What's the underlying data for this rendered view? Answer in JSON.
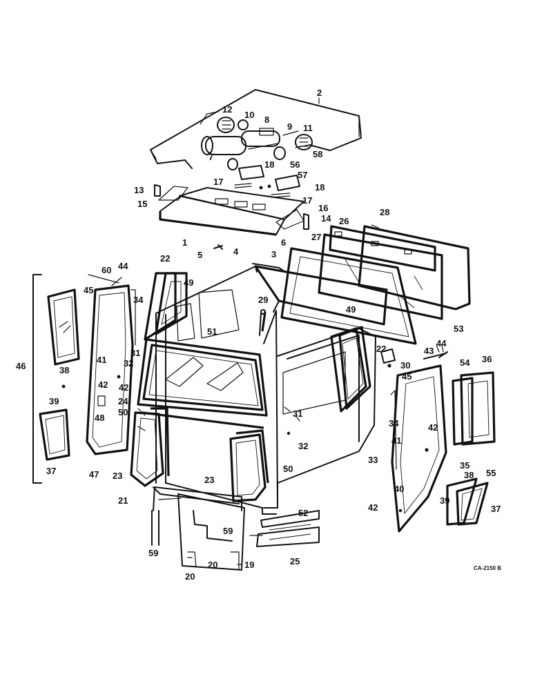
{
  "drawing_code": "CA-2150 B",
  "callouts": [
    {
      "id": "c2",
      "text": "2"
    },
    {
      "id": "c12",
      "text": "12"
    },
    {
      "id": "c10",
      "text": "10"
    },
    {
      "id": "c8",
      "text": "8"
    },
    {
      "id": "c9",
      "text": "9"
    },
    {
      "id": "c11",
      "text": "11"
    },
    {
      "id": "c7",
      "text": "7"
    },
    {
      "id": "c58",
      "text": "58"
    },
    {
      "id": "c18a",
      "text": "18"
    },
    {
      "id": "c56",
      "text": "56"
    },
    {
      "id": "c57",
      "text": "57"
    },
    {
      "id": "c13",
      "text": "13"
    },
    {
      "id": "c17a",
      "text": "17"
    },
    {
      "id": "c18b",
      "text": "18"
    },
    {
      "id": "c17b",
      "text": "17"
    },
    {
      "id": "c15",
      "text": "15"
    },
    {
      "id": "c16",
      "text": "16"
    },
    {
      "id": "c14",
      "text": "14"
    },
    {
      "id": "c1",
      "text": "1"
    },
    {
      "id": "c6",
      "text": "6"
    },
    {
      "id": "c26",
      "text": "26"
    },
    {
      "id": "c28",
      "text": "28"
    },
    {
      "id": "c27",
      "text": "27"
    },
    {
      "id": "c5",
      "text": "5"
    },
    {
      "id": "c4",
      "text": "4"
    },
    {
      "id": "c3",
      "text": "3"
    },
    {
      "id": "c22a",
      "text": "22"
    },
    {
      "id": "c60",
      "text": "60"
    },
    {
      "id": "c44a",
      "text": "44"
    },
    {
      "id": "c45a",
      "text": "45"
    },
    {
      "id": "c49a",
      "text": "49"
    },
    {
      "id": "c34a",
      "text": "34"
    },
    {
      "id": "c29",
      "text": "29"
    },
    {
      "id": "c49b",
      "text": "49"
    },
    {
      "id": "c53",
      "text": "53"
    },
    {
      "id": "c51",
      "text": "51"
    },
    {
      "id": "c46",
      "text": "46"
    },
    {
      "id": "c41a",
      "text": "41"
    },
    {
      "id": "c38a",
      "text": "38"
    },
    {
      "id": "c32a",
      "text": "32"
    },
    {
      "id": "c31a",
      "text": "31"
    },
    {
      "id": "c42a",
      "text": "42"
    },
    {
      "id": "c42b",
      "text": "42"
    },
    {
      "id": "c39a",
      "text": "39"
    },
    {
      "id": "c48",
      "text": "48"
    },
    {
      "id": "c24",
      "text": "24"
    },
    {
      "id": "c50a",
      "text": "50"
    },
    {
      "id": "c22b",
      "text": "22"
    },
    {
      "id": "c30",
      "text": "30"
    },
    {
      "id": "c43",
      "text": "43"
    },
    {
      "id": "c44b",
      "text": "44"
    },
    {
      "id": "c45b",
      "text": "45"
    },
    {
      "id": "c54",
      "text": "54"
    },
    {
      "id": "c36",
      "text": "36"
    },
    {
      "id": "c37a",
      "text": "37"
    },
    {
      "id": "c47",
      "text": "47"
    },
    {
      "id": "c31b",
      "text": "31"
    },
    {
      "id": "c32b",
      "text": "32"
    },
    {
      "id": "c34b",
      "text": "34"
    },
    {
      "id": "c42c",
      "text": "42"
    },
    {
      "id": "c41b",
      "text": "41"
    },
    {
      "id": "c33",
      "text": "33"
    },
    {
      "id": "c35",
      "text": "35"
    },
    {
      "id": "c40",
      "text": "40"
    },
    {
      "id": "c38b",
      "text": "38"
    },
    {
      "id": "c55",
      "text": "55"
    },
    {
      "id": "c39b",
      "text": "39"
    },
    {
      "id": "c37b",
      "text": "37"
    },
    {
      "id": "c42d",
      "text": "42"
    },
    {
      "id": "c23a",
      "text": "23"
    },
    {
      "id": "c23b",
      "text": "23"
    },
    {
      "id": "c50b",
      "text": "50"
    },
    {
      "id": "c21",
      "text": "21"
    },
    {
      "id": "c52",
      "text": "52"
    },
    {
      "id": "c59a",
      "text": "59"
    },
    {
      "id": "c59b",
      "text": "59"
    },
    {
      "id": "c25",
      "text": "25"
    },
    {
      "id": "c59c",
      "text": "59"
    },
    {
      "id": "c20a",
      "text": "20"
    },
    {
      "id": "c20b",
      "text": "20"
    },
    {
      "id": "c19",
      "text": "19"
    }
  ]
}
